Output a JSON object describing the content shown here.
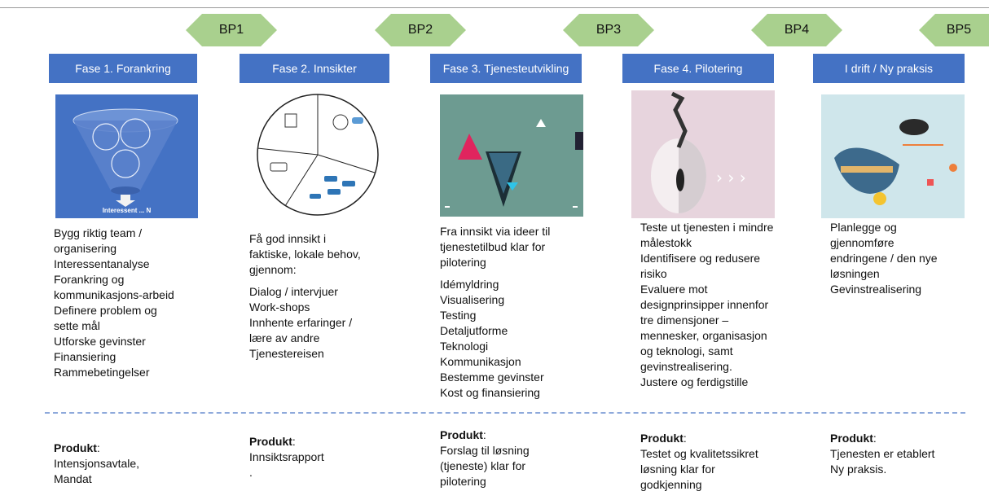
{
  "milestones": [
    "BP1",
    "BP2",
    "BP3",
    "BP4",
    "BP5"
  ],
  "phases": [
    {
      "title": "Fase 1. Forankring",
      "image_caption": "Interessent ... N",
      "lines": [
        "Bygg riktig team /",
        "organisering",
        "Interessentanalyse",
        "Forankring og",
        "kommunikasjons-arbeid",
        "Definere problem og",
        "sette mål",
        "Utforske gevinster",
        "Finansiering",
        "Rammebetingelser"
      ],
      "product_label": "Produkt",
      "product_lines": [
        "Intensjonsavtale,",
        "Mandat"
      ]
    },
    {
      "title": "Fase  2. Innsikter",
      "lines_a": [
        "Få god innsikt i",
        "faktiske, lokale behov,",
        "gjennom:"
      ],
      "lines_b": [
        "Dialog / intervjuer",
        "Work-shops",
        "Innhente erfaringer /",
        "lære av andre",
        "Tjenestereisen"
      ],
      "product_label": "Produkt",
      "product_lines": [
        "Innsiktsrapport",
        "."
      ]
    },
    {
      "title": "Fase 3. Tjenesteutvikling",
      "lines_a": [
        "Fra innsikt via ideer til",
        "tjenestetilbud klar for",
        "pilotering"
      ],
      "lines_b": [
        "Idémyldring",
        "Visualisering",
        "Testing",
        "Detaljutforme",
        "Teknologi",
        "Kommunikasjon",
        "Bestemme gevinster",
        "Kost og finansiering"
      ],
      "product_label": "Produkt",
      "product_lines": [
        "Forslag til løsning",
        "(tjeneste) klar for",
        "pilotering"
      ]
    },
    {
      "title": "Fase 4. Pilotering",
      "lines": [
        "Teste ut tjenesten i mindre",
        "målestokk",
        "Identifisere og redusere",
        "risiko",
        "Evaluere mot",
        "designprinsipper innenfor",
        "tre dimensjoner –",
        "mennesker, organisasjon",
        "og teknologi, samt",
        "gevinstrealisering.",
        "Justere og ferdigstille"
      ],
      "product_label": "Produkt",
      "product_lines": [
        "Testet og kvalitetssikret",
        "løsning klar for",
        "godkjenning"
      ]
    },
    {
      "title": "I drift / Ny praksis",
      "lines": [
        "Planlegge og",
        "gjennomføre",
        "endringene / den nye",
        "løsningen",
        "Gevinstrealisering"
      ],
      "product_label": "Produkt",
      "product_lines": [
        "Tjenesten er etablert",
        "Ny praksis."
      ]
    }
  ],
  "colors": {
    "header": "#4472c4",
    "milestone": "#a9d08e",
    "dashed_line": "#8ea9db"
  }
}
